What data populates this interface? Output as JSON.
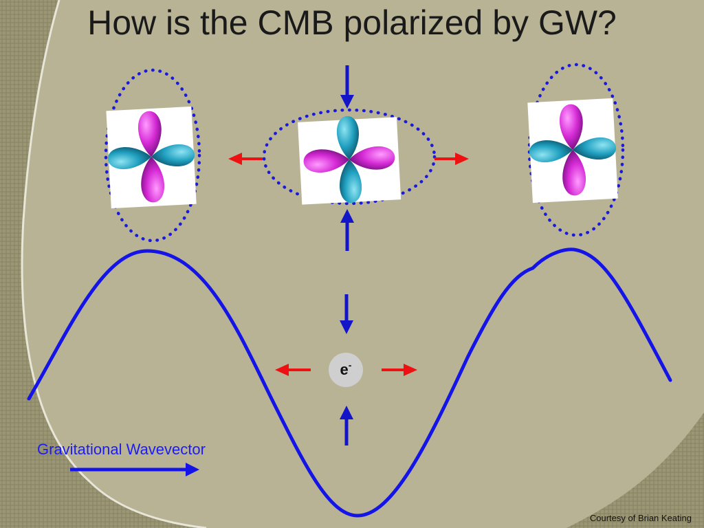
{
  "slide": {
    "title": "How is the CMB polarized by GW?",
    "wave_label": "Gravitational Wavevector",
    "electron_symbol": "e",
    "electron_charge": "-",
    "credit": "Courtesy of Brian Keating"
  },
  "colors": {
    "background": "#b9b396",
    "border_texture": "#8f8a6a",
    "wave": "#1414e6",
    "compression_arrow": "#1414c8",
    "stretch_arrow": "#ee1111",
    "dotted_ellipse": "#1a1ad8",
    "lobe_magenta": "#cc22cc",
    "lobe_cyan": "#1a9fb8"
  },
  "icons": [
    "quadrupole-icon",
    "electron-icon",
    "arrow-icon"
  ]
}
